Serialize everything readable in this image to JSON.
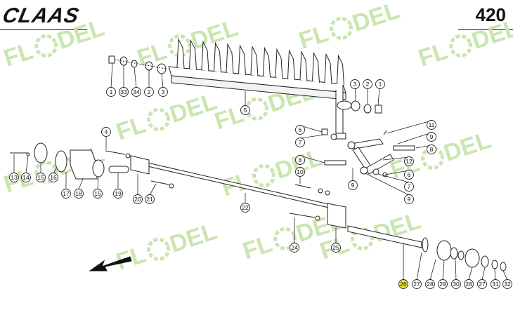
{
  "header": {
    "brand": "CLAAS",
    "page_number": "420"
  },
  "watermark": {
    "text_left": "FL",
    "text_right": "DEL",
    "color": "#c9e6b0"
  },
  "callouts": [
    {
      "n": "1"
    },
    {
      "n": "33"
    },
    {
      "n": "34"
    },
    {
      "n": "2"
    },
    {
      "n": "3"
    },
    {
      "n": "5"
    },
    {
      "n": "3"
    },
    {
      "n": "2"
    },
    {
      "n": "1"
    },
    {
      "n": "11"
    },
    {
      "n": "6"
    },
    {
      "n": "7"
    },
    {
      "n": "9"
    },
    {
      "n": "8"
    },
    {
      "n": "4"
    },
    {
      "n": "8"
    },
    {
      "n": "12"
    },
    {
      "n": "6"
    },
    {
      "n": "7"
    },
    {
      "n": "9"
    },
    {
      "n": "10"
    },
    {
      "n": "9"
    },
    {
      "n": "13"
    },
    {
      "n": "14"
    },
    {
      "n": "15"
    },
    {
      "n": "16"
    },
    {
      "n": "17"
    },
    {
      "n": "18"
    },
    {
      "n": "15"
    },
    {
      "n": "19"
    },
    {
      "n": "20"
    },
    {
      "n": "21"
    },
    {
      "n": "22"
    },
    {
      "n": "24"
    },
    {
      "n": "25"
    },
    {
      "n": "26",
      "highlight": true
    },
    {
      "n": "27"
    },
    {
      "n": "28"
    },
    {
      "n": "29"
    },
    {
      "n": "30"
    },
    {
      "n": "28"
    },
    {
      "n": "27"
    },
    {
      "n": "31"
    },
    {
      "n": "32"
    }
  ],
  "colors": {
    "callout_highlight": "#e8e23a",
    "line": "#222222",
    "watermark": "#c9e6b0"
  }
}
